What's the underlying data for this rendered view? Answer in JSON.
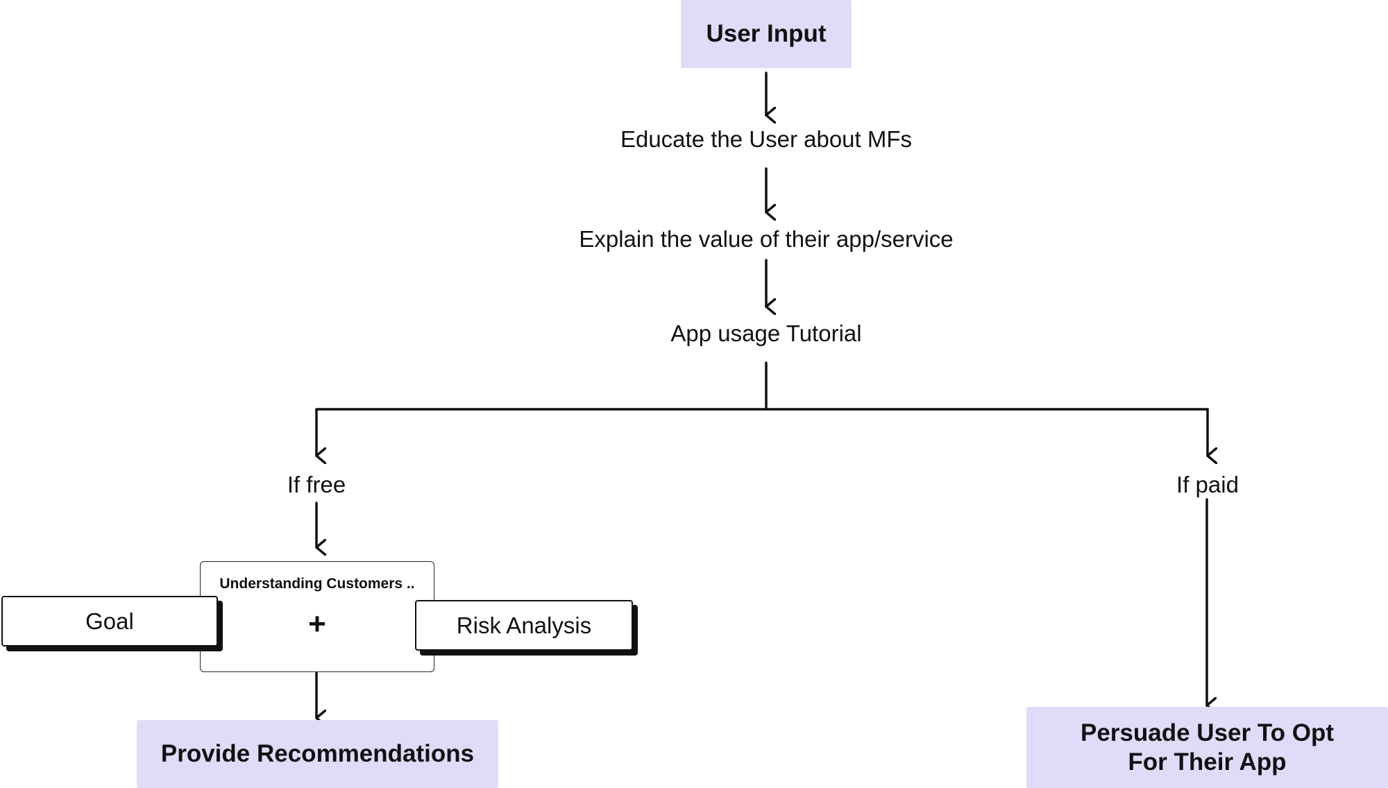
{
  "diagram": {
    "nodes": {
      "user_input": "User Input",
      "educate": "Educate the User about MFs",
      "explain": "Explain the value of their app/service",
      "tutorial": "App usage Tutorial",
      "if_free": "If free",
      "if_paid": "If paid",
      "understanding_title": "Understanding Customers ..",
      "plus": "+",
      "goal": "Goal",
      "risk": "Risk Analysis",
      "provide": "Provide Recommendations",
      "persuade": "Persuade User To Opt For Their App"
    },
    "colors": {
      "node_fill": "#dedcf8",
      "stroke": "#111111",
      "background": "#ffffff"
    }
  }
}
